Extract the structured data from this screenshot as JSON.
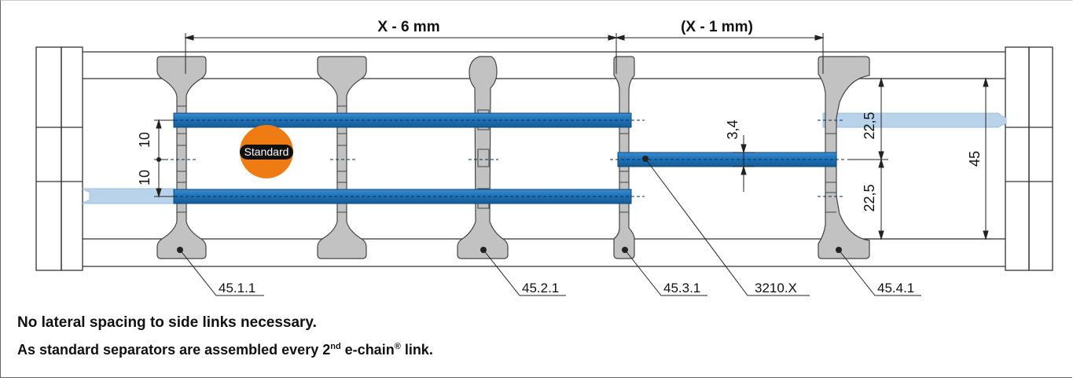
{
  "dimensions": {
    "top_left": "X - 6 mm",
    "top_right": "(X - 1 mm)",
    "left_upper": "10",
    "left_lower": "10",
    "offset": "3,4",
    "right_upper": "22,5",
    "right_lower": "22,5",
    "right_total": "45"
  },
  "badge": "Standard",
  "labels": [
    "45.1.1",
    "45.2.1",
    "45.3.1",
    "3210.X",
    "45.4.1"
  ],
  "notes": {
    "line1": "No lateral spacing to side links necessary.",
    "line2_a": "As standard separators are assembled every 2",
    "line2_sup": "nd",
    "line2_b": " e-chain",
    "line2_reg": "®",
    "line2_c": " link."
  },
  "colors": {
    "rod_blue": "#1d6fb4",
    "rod_ghost": "#b9d3ea",
    "badge_orange": "#ef7c12",
    "separator_gray": "#bdbdbd"
  }
}
